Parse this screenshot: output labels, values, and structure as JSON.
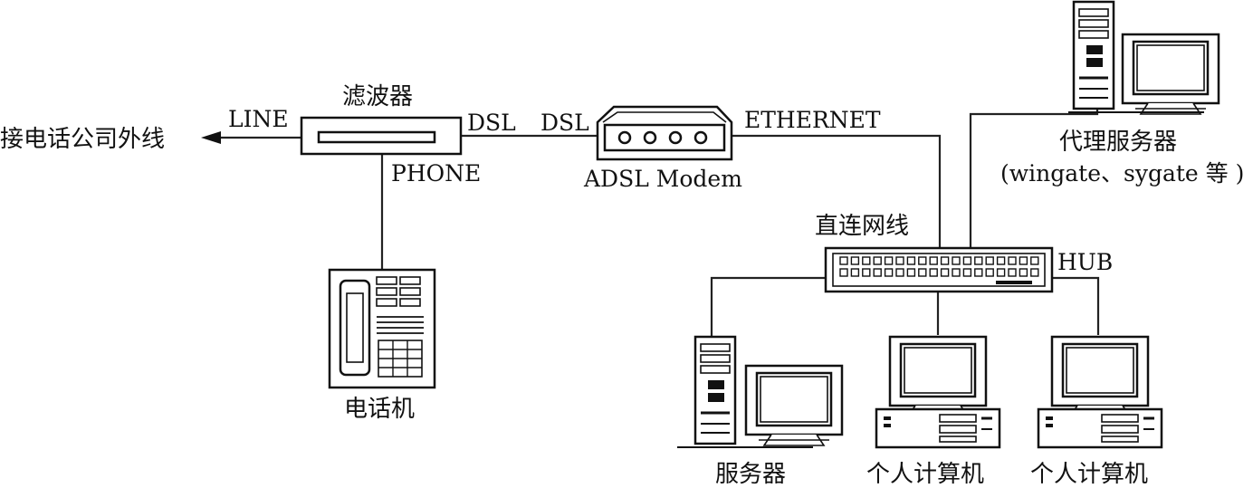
{
  "labels": {
    "external_line": "接电话公司外线",
    "line": "LINE",
    "filter": "滤波器",
    "dsl_left": "DSL",
    "dsl_right": "DSL",
    "phone": "PHONE",
    "ethernet": "ETHERNET",
    "modem": "ADSL Modem",
    "telephone": "电话机",
    "proxy_server": "代理服务器",
    "proxy_examples": "(wingate、sygate 等 )",
    "direct_cable": "直连网线",
    "hub": "HUB",
    "server": "服务器",
    "pc_1": "个人计算机",
    "pc_2": "个人计算机"
  }
}
